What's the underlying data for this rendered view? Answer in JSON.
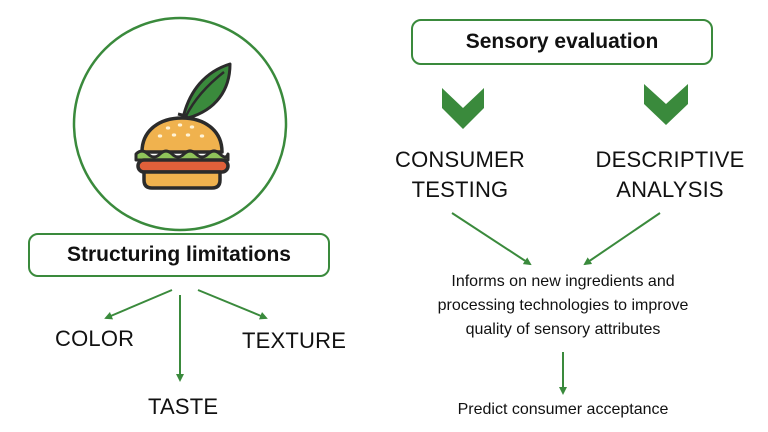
{
  "colors": {
    "accent": "#3a8a3c",
    "text": "#111111"
  },
  "left": {
    "icon": "plant-based-burger-icon",
    "title": "Structuring limitations",
    "attributes": {
      "color": "COLOR",
      "texture": "TEXTURE",
      "taste": "TASTE"
    }
  },
  "right": {
    "title": "Sensory evaluation",
    "methods": {
      "consumer": {
        "line1": "CONSUMER",
        "line2": "TESTING"
      },
      "descriptive": {
        "line1": "DESCRIPTIVE",
        "line2": "ANALYSIS"
      }
    },
    "informs": {
      "line1": "Informs on new ingredients and",
      "line2": "processing technologies to improve",
      "line3": "quality of sensory attributes"
    },
    "outcome": "Predict consumer acceptance"
  }
}
